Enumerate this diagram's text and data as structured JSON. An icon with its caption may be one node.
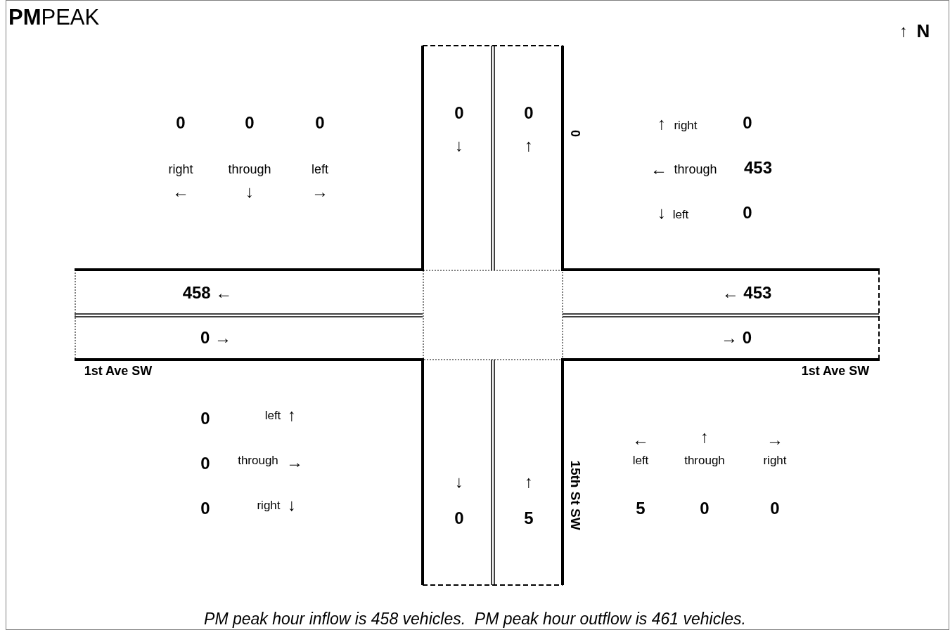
{
  "diagram": {
    "title": "**PM**PEAK",
    "caption": "PM peak hour inflow is 458 vehicles.  PM peak hour outflow is 461 vehicles.",
    "labels": [
      "↑",
      "N",
      "0",
      "0",
      "0",
      "right",
      "through",
      "left",
      "←",
      "↓",
      "→",
      "0",
      "0",
      "↓",
      "↑",
      "0",
      "↑",
      "right",
      "0",
      "←",
      "through",
      "453",
      "↓",
      "left",
      "0",
      "458 ←",
      "0 →",
      "← 453",
      "→ 0",
      "1st Ave SW",
      "1st Ave SW",
      "0",
      "left",
      "↑",
      "0",
      "through",
      "→",
      "0",
      "right",
      "↓",
      "↓",
      "↑",
      "0",
      "5",
      "15th St SW",
      "←",
      "↑",
      "→",
      "left",
      "through",
      "right",
      "5",
      "0",
      "0"
    ]
  }
}
